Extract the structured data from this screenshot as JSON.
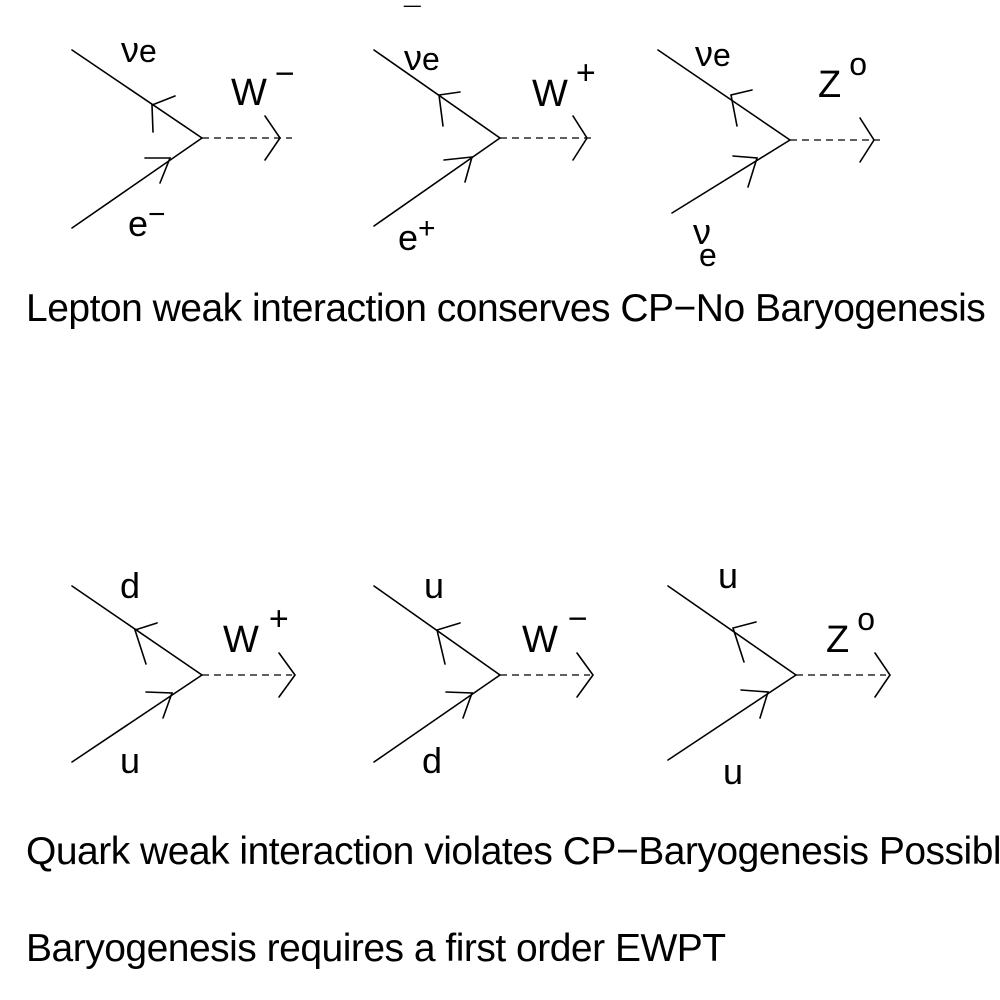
{
  "lepton_row": {
    "caption": "Lepton weak interaction conserves CP−No Baryogenesis",
    "vertices": [
      {
        "incoming_top": "ν",
        "incoming_top_sub": "e",
        "incoming_top_bar": "",
        "incoming_bottom": "e",
        "incoming_bottom_sup": "−",
        "boson": "W",
        "boson_sup": "−"
      },
      {
        "incoming_top": "ν",
        "incoming_top_sub": "e",
        "incoming_top_bar": "¯",
        "incoming_bottom": "e",
        "incoming_bottom_sup": "+",
        "boson": "W",
        "boson_sup": "+"
      },
      {
        "incoming_top": "ν",
        "incoming_top_sub": "e",
        "incoming_top_bar": "",
        "incoming_bottom": "ν",
        "incoming_bottom_sub": "e",
        "boson": "Z",
        "boson_sup": "o"
      }
    ]
  },
  "quark_row": {
    "caption": "Quark weak interaction violates CP−Baryogenesis Possible",
    "vertices": [
      {
        "incoming_top": "d",
        "incoming_bottom": "u",
        "boson": "W",
        "boson_sup": "+"
      },
      {
        "incoming_top": "u",
        "incoming_bottom": "d",
        "boson": "W",
        "boson_sup": "−"
      },
      {
        "incoming_top": "u",
        "incoming_bottom": "u",
        "boson": "Z",
        "boson_sup": "o"
      }
    ]
  },
  "footer": {
    "caption": "Baryogenesis requires a first order EWPT"
  }
}
